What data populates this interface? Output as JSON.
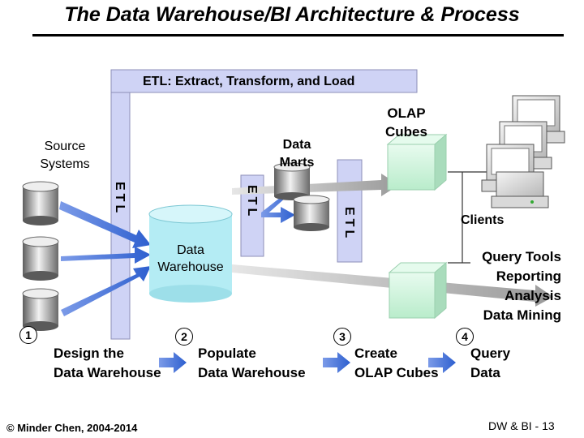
{
  "header": {
    "title": "The Data Warehouse/BI Architecture & Process"
  },
  "diagram": {
    "etl_banner": "ETL: Extract, Transform, and Load",
    "source_systems": [
      "Source",
      "Systems"
    ],
    "data_marts": [
      "Data",
      "Marts"
    ],
    "olap_cubes": [
      "OLAP",
      "Cubes"
    ],
    "clients": "Clients",
    "etl_label": "ETL",
    "data_warehouse": [
      "Data",
      "Warehouse"
    ],
    "client_tools": [
      "Query Tools",
      "Reporting",
      "Analysis",
      "Data Mining"
    ]
  },
  "steps": [
    {
      "num": "1",
      "line1": "Design the",
      "line2": "Data Warehouse"
    },
    {
      "num": "2",
      "line1": "Populate",
      "line2": "Data Warehouse"
    },
    {
      "num": "3",
      "line1": "Create",
      "line2": "OLAP Cubes"
    },
    {
      "num": "4",
      "line1": "Query",
      "line2": "Data"
    }
  ],
  "footer": {
    "copyright": "© Minder Chen, 2004-2014",
    "page": "DW & BI - 13"
  },
  "colors": {
    "banner_fill": "#cfd3f5",
    "warehouse_fill": "#b4ecf4",
    "arrow_blue": "#3f6fd6",
    "cube_fill": "#c8f0d4"
  }
}
